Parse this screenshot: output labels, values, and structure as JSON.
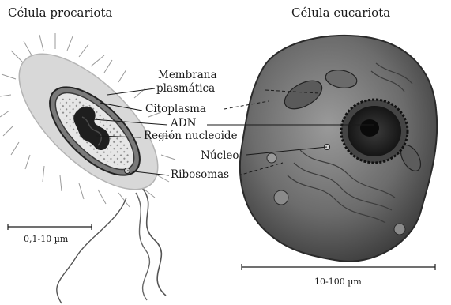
{
  "titles": {
    "prokaryote": "Célula procariota",
    "eukaryote": "Célula eucariota"
  },
  "labels": {
    "membrane_line1": "Membrana",
    "membrane_line2": "plasmática",
    "cytoplasm": "Citoplasma",
    "dna": "ADN",
    "nucleoid": "Región nucleoide",
    "nucleus": "Núcleo",
    "ribosomes": "Ribosomas"
  },
  "scales": {
    "prokaryote": "0,1-10 µm",
    "eukaryote": "10-100 µm"
  }
}
